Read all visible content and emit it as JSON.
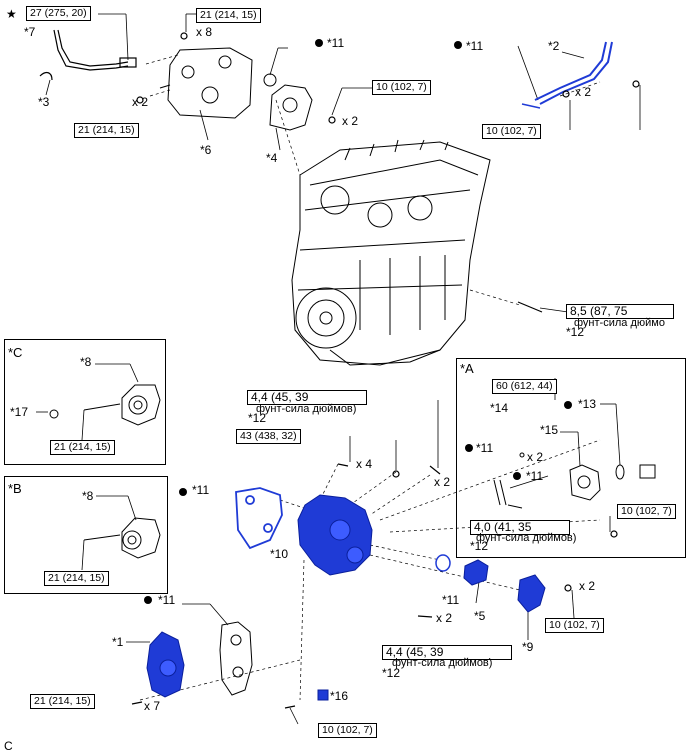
{
  "legend_star": "★",
  "corner_mark": "C",
  "torques": {
    "t_star": "27 (275, 20)",
    "t_top8": "21 (214, 15)",
    "t_6": "21 (214, 15)",
    "t_4": "10 (102, 7)",
    "t_2": "10 (102, 7)",
    "t_12": "8,5 (87, 75",
    "t_12_unit": "фунт-сила дюймо",
    "t_C": "21 (214, 15)",
    "t_B": "21 (214, 15)",
    "t_mid": "4,4 (45, 39",
    "t_mid_unit": "фунт-сила дюймов)",
    "t_43": "43 (438, 32)",
    "t_14": "60 (612, 44)",
    "t_A": "10 (102, 7)",
    "t_40": "4,0 (41, 35",
    "t_40_unit": "фунт-сила дюймов)",
    "t_bot": "4,4 (45, 39",
    "t_bot_unit": "фунт-сила дюймов)",
    "t_9": "10 (102, 7)",
    "t_1": "21 (214, 15)",
    "t_16": "10 (102, 7)"
  },
  "parts": {
    "p1": "*1",
    "p2": "*2",
    "p3": "*3",
    "p4": "*4",
    "p5": "*5",
    "p6": "*6",
    "p7": "*7",
    "p8c": "*8",
    "p8b": "*8",
    "p9": "*9",
    "p10": "*10",
    "p11a": "*11",
    "p11b": "*11",
    "p11c": "*11",
    "p11d": "*11",
    "p11e": "*11",
    "p11f": "*11",
    "p11g": "*11",
    "p12a": "*12",
    "p12b": "*12",
    "p12c": "*12",
    "p12d": "*12",
    "p13": "*13",
    "p14": "*14",
    "p15": "*15",
    "p16": "*16",
    "p17": "*17"
  },
  "qty": {
    "q_top8": "x 8",
    "q_6": "x 2",
    "q_4": "x 2",
    "q_2": "x 2",
    "q_43": "x 4",
    "q_nut": "x 2",
    "q_A11": "x 2",
    "q_bot": "x 2",
    "q_9": "x 2",
    "q_1": "x 7"
  },
  "insets": {
    "inset_c": "*C",
    "inset_b": "*B",
    "inset_a": "*A"
  },
  "colors": {
    "highlight_blue": "#1f3bd6",
    "line_black": "#000000"
  }
}
